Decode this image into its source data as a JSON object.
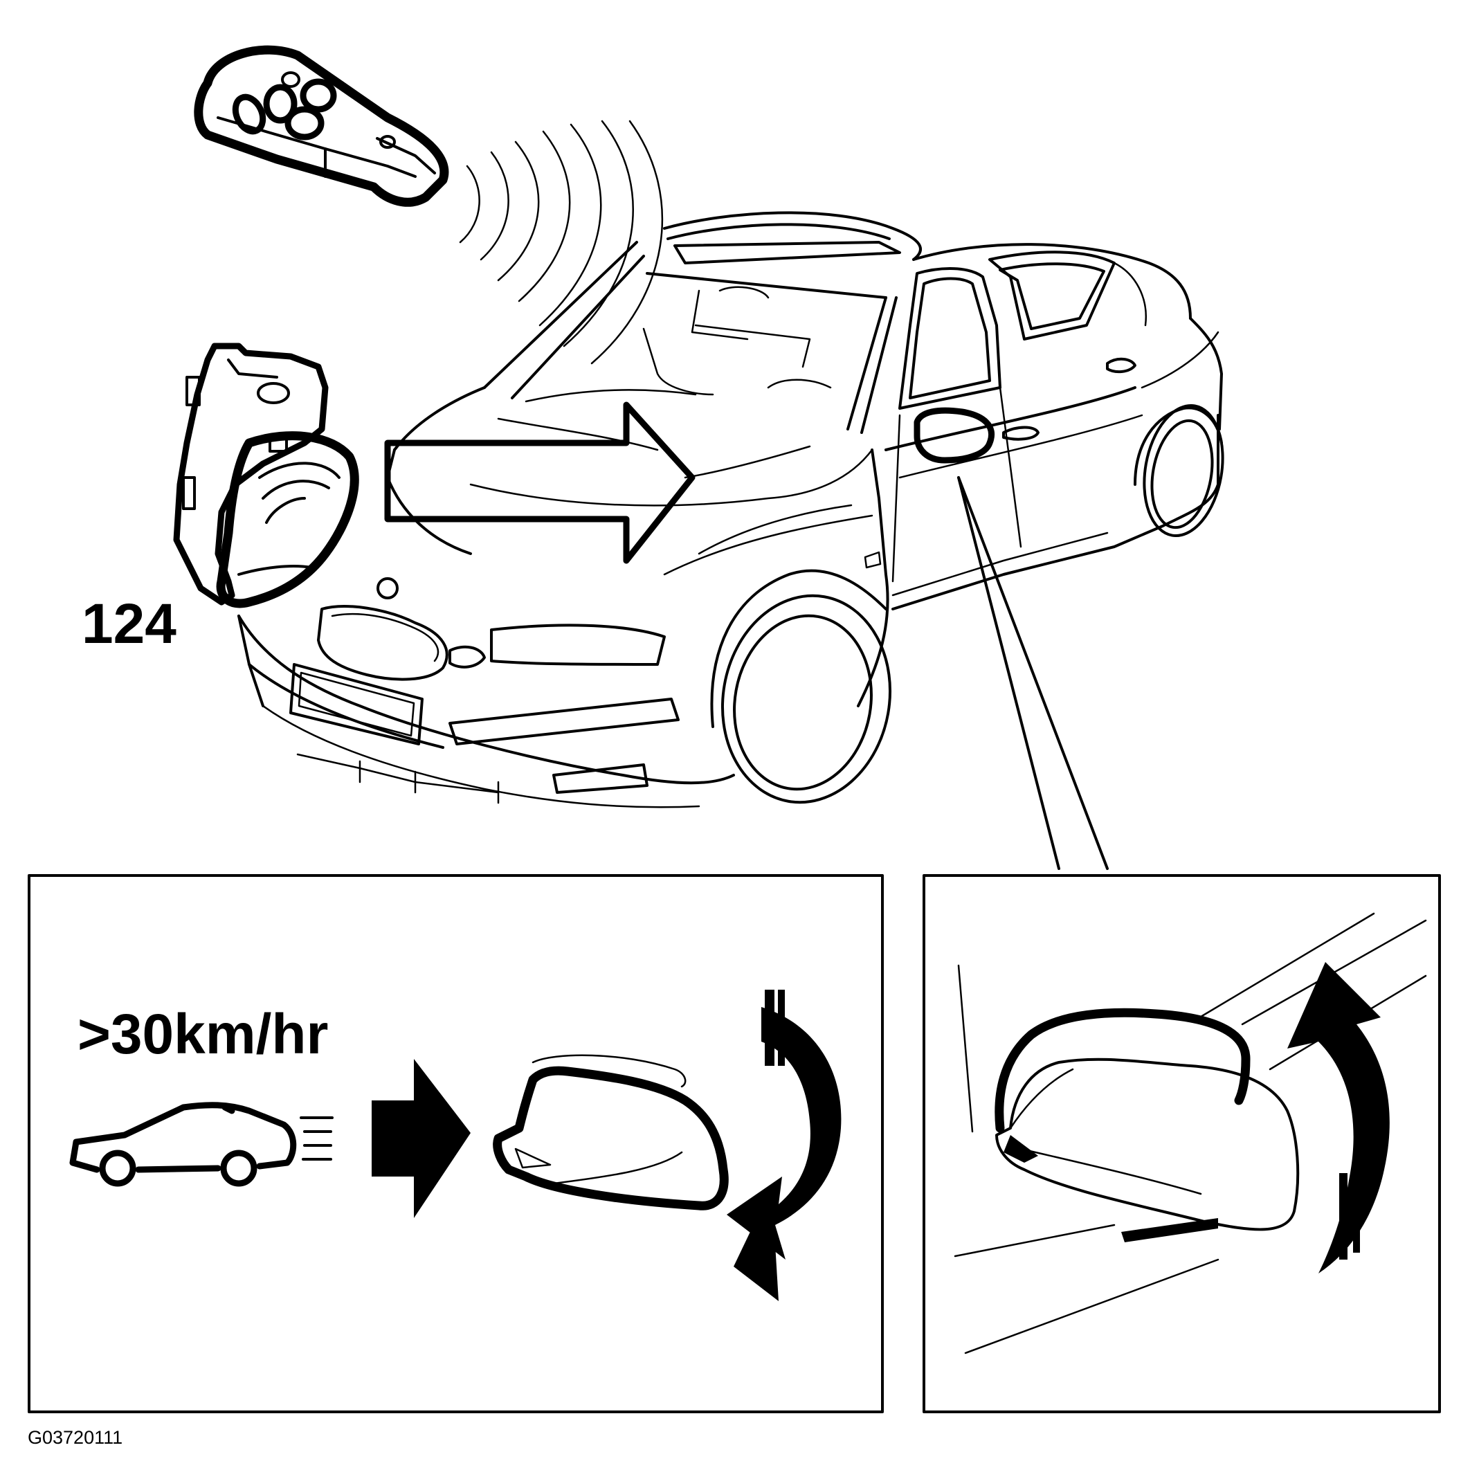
{
  "diagram": {
    "callout_number": "124",
    "speed_label": ">30km/hr",
    "figure_id": "G03720111"
  },
  "colors": {
    "ink": "#000000",
    "background": "#ffffff"
  },
  "icons": [
    "key-fob-remote",
    "control-module",
    "sedan-car",
    "door-mirror",
    "fold-arrow",
    "direction-arrow"
  ]
}
